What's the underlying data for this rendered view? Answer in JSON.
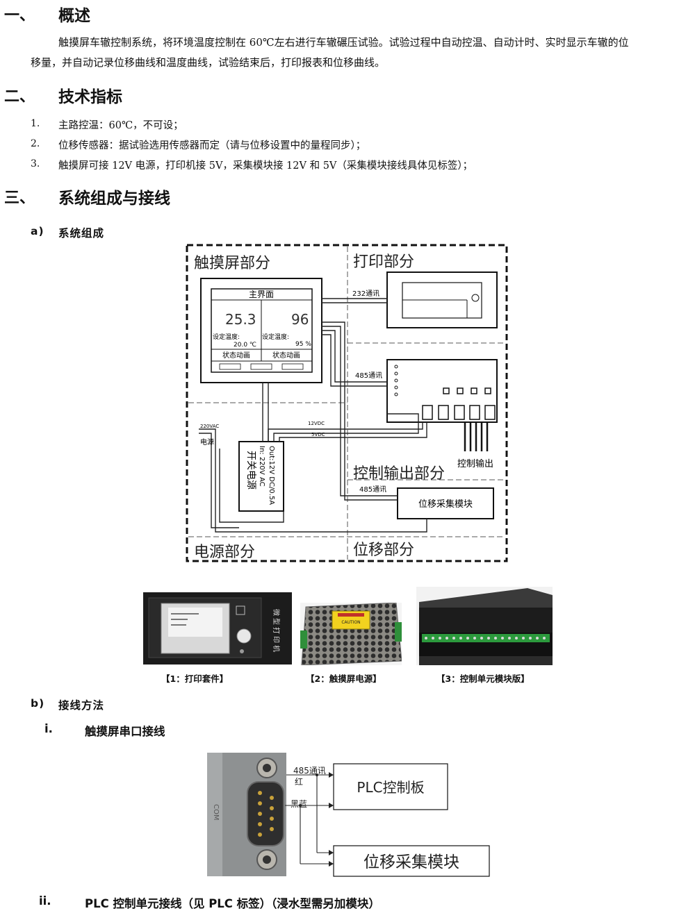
{
  "sections": [
    {
      "num": "一、",
      "title": "概述"
    },
    {
      "num": "二、",
      "title": "技术指标"
    },
    {
      "num": "三、",
      "title": "系统组成与接线"
    }
  ],
  "overview": {
    "line1": "触摸屏车辙控制系统，将环境温度控制在 60℃左右进行车辙碾压试验。试验过程中自动控温、自动计时、实时显示车辙的位",
    "line2": "移量，并自动记录位移曲线和温度曲线，试验结束后，打印报表和位移曲线。"
  },
  "specs": [
    {
      "num": "1.",
      "text": "主路控温：60℃，不可设；"
    },
    {
      "num": "2.",
      "text": "位移传感器：据试验选用传感器而定（请与位移设置中的量程同步）；"
    },
    {
      "num": "3.",
      "text": "触摸屏可接 12V 电源，打印机接 5V，采集模块接 12V 和 5V（采集模块接线具体见标签）；"
    }
  ],
  "subsections": {
    "a": {
      "label": "a)",
      "title": "系统组成"
    },
    "b": {
      "label": "b)",
      "title": "接线方法"
    },
    "i": {
      "label": "i.",
      "title": "触摸屏串口接线"
    },
    "ii": {
      "label": "ii.",
      "title": "PLC 控制单元接线（见 PLC 标签）（浸水型需另加模块）"
    }
  },
  "diagram": {
    "touch_part": "触摸屏部分",
    "print_part": "打印部分",
    "control_part": "控制输出部分",
    "power_part": "电源部分",
    "disp_part": "位移部分",
    "main_screen": "主界面",
    "val_left": "25.3",
    "val_right": "96",
    "set_temp": "设定温度:",
    "set_val_left": "20.0 ℃",
    "set_val_right": "95 %",
    "status": "状态动画",
    "comm_232": "232通讯",
    "comm_485": "485通讯",
    "comm_485_b": "485通讯",
    "v12": "12VDC",
    "v5": "5VDC",
    "ac220": "220VAC",
    "power_label": "电源",
    "psu_name": "开关电源",
    "psu_in": "In: 220V AC",
    "psu_out": "Out:12V DC/0.5A",
    "ctrl_out": "控制输出",
    "disp_module": "位移采集模块"
  },
  "photos": {
    "printer_label": "微型打印机",
    "psu_caution": "CAUTION"
  },
  "captions": [
    "【1：打印套件】",
    "【2：触摸屏电源】",
    "【3：控制单元模块版】"
  ],
  "serial": {
    "com": "COM",
    "comm": "485通讯",
    "red": "红",
    "black_blue": "黑蓝",
    "plc": "PLC控制板",
    "disp": "位移采集模块"
  },
  "colors": {
    "text": "#111111",
    "line": "#222222"
  }
}
